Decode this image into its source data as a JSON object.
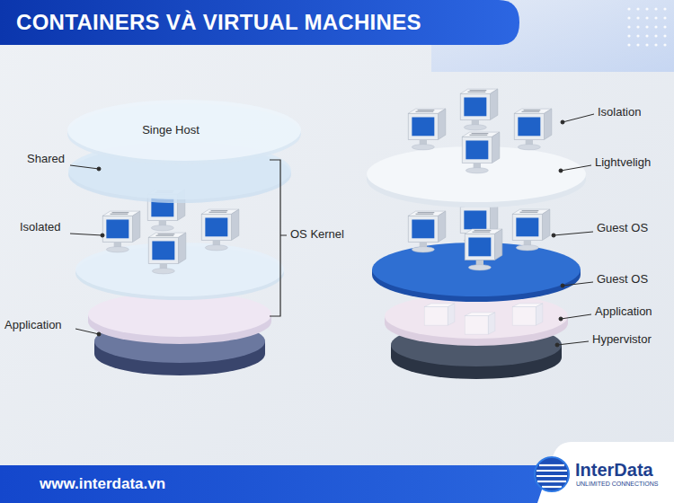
{
  "diagram": {
    "title": "CONTAINERS VÀ VIRTUAL MACHINES",
    "labels": [
      "Singe Host",
      "Shared",
      "Isolated",
      "OS Kernel",
      "Application",
      "Isolation",
      "Lightveligh",
      "Guest OS",
      "Guest OS",
      "Application",
      "Hypervistor",
      "www.interdata.vn",
      "InterData",
      "UNLIMITED CONNECTIONS"
    ]
  }
}
